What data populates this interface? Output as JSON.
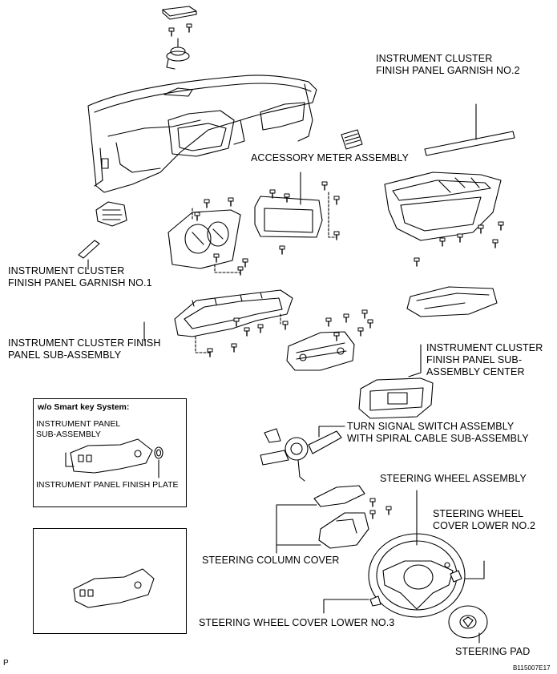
{
  "labels": {
    "garnish_no2": [
      "INSTRUMENT CLUSTER",
      "FINISH PANEL GARNISH NO.2"
    ],
    "accessory_meter": "ACCESSORY METER ASSEMBLY",
    "garnish_no1": [
      "INSTRUMENT CLUSTER",
      "FINISH PANEL GARNISH NO.1"
    ],
    "finish_panel_sub": [
      "INSTRUMENT CLUSTER FINISH",
      "PANEL SUB-ASSEMBLY"
    ],
    "finish_panel_center": [
      "INSTRUMENT CLUSTER",
      "FINISH PANEL SUB-",
      "ASSEMBLY CENTER"
    ],
    "turn_signal": [
      "TURN SIGNAL SWITCH ASSEMBLY",
      "WITH SPIRAL CABLE SUB-ASSEMBLY"
    ],
    "steering_wheel": "STEERING WHEEL ASSEMBLY",
    "cover_lower_no2": [
      "STEERING WHEEL",
      "COVER LOWER NO.2"
    ],
    "column_cover": "STEERING COLUMN COVER",
    "cover_lower_no3": "STEERING WHEEL COVER LOWER NO.3",
    "steering_pad": "STEERING PAD"
  },
  "inset": {
    "title": "w/o Smart key System:",
    "panel_sub": [
      "INSTRUMENT PANEL",
      "SUB-ASSEMBLY"
    ],
    "finish_plate": "INSTRUMENT PANEL FINISH PLATE"
  },
  "footer": {
    "left": "P",
    "code": "B115007E17"
  }
}
